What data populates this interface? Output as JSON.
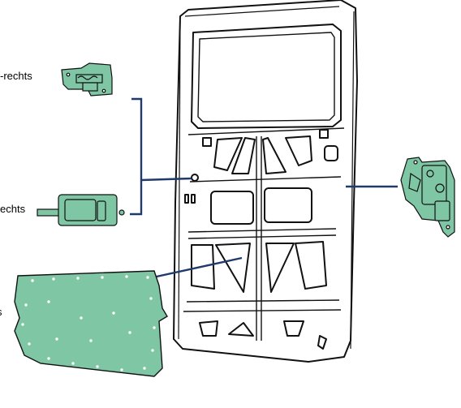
{
  "labels": {
    "top_part": "-rechts",
    "middle_part": "echts",
    "bottom_part": "s"
  },
  "colors": {
    "part_fill": "#7fc6a4",
    "leader_line": "#1f3a6b",
    "outline": "#111111"
  }
}
